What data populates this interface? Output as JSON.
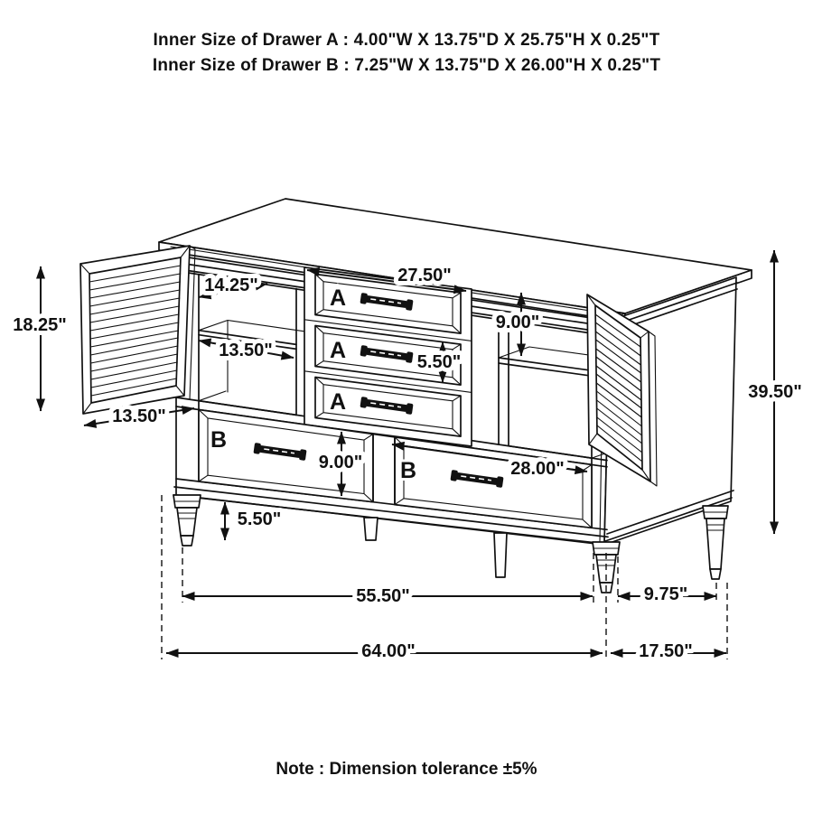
{
  "header": {
    "line1": "Inner Size of Drawer A : 4.00\"W X 13.75\"D X 25.75\"H X 0.25\"T",
    "line2": "Inner Size of Drawer B : 7.25\"W X 13.75\"D X 26.00\"H X 0.25\"T"
  },
  "note": "Note : Dimension tolerance ±5%",
  "drawer_labels": {
    "a": "A",
    "b": "B"
  },
  "dimensions": {
    "door_height": "18.25\"",
    "left_compartment_width": "14.25\"",
    "drawer_section_width": "27.50\"",
    "left_shelf_width": "13.50\"",
    "right_shelf_height": "9.00\"",
    "drawer_a_height": "5.50\"",
    "door_width": "13.50\"",
    "drawer_b_height": "9.00\"",
    "drawer_b_width": "28.00\"",
    "total_height": "39.50\"",
    "leg_height": "5.50\"",
    "front_leg_span": "55.50\"",
    "side_leg_span": "9.75\"",
    "total_width": "64.00\"",
    "total_depth": "17.50\""
  },
  "colors": {
    "ink": "#111111",
    "background": "#ffffff"
  }
}
